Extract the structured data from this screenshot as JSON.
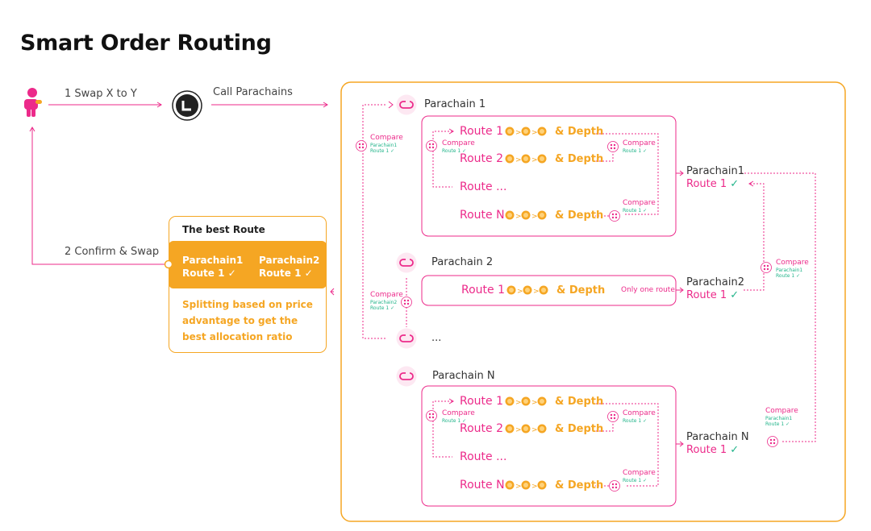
{
  "title": "Smart Order Routing",
  "steps": {
    "swap": "1 Swap X to Y",
    "call": "Call Parachains",
    "confirm": "2 Confirm & Swap"
  },
  "best": {
    "title": "The best Route",
    "cells": [
      {
        "chain": "Parachain1",
        "route": "Route 1"
      },
      {
        "chain": "Parachain2",
        "route": "Route 1"
      }
    ],
    "description": "Splitting based on price advantage to get the best allocation ratio"
  },
  "depth_label": "& Depth",
  "check": "✓",
  "parachain1": {
    "name": "Parachain 1",
    "routes": [
      "Route 1",
      "Route 2",
      "Route ...",
      "Route N"
    ],
    "compare": {
      "label": "Compare",
      "sub": "Route 1"
    },
    "result": {
      "chain": "Parachain1",
      "route": "Route 1"
    }
  },
  "parachain2": {
    "name": "Parachain 2",
    "route": "Route 1",
    "only": "Only one route",
    "result": {
      "chain": "Parachain2",
      "route": "Route 1"
    }
  },
  "ellipsis": "...",
  "parachainN": {
    "name": "Parachain N",
    "routes": [
      "Route 1",
      "Route 2",
      "Route ...",
      "Route N"
    ],
    "compare": {
      "label": "Compare",
      "sub": "Route 1"
    },
    "result": {
      "chain": "Parachain N",
      "route": "Route 1"
    }
  },
  "left_compare": {
    "label": "Compare",
    "sub1": "Parachain1",
    "sub1b": "Route 1",
    "sub2": "Parachain2",
    "sub2b": "Route 1"
  },
  "right_compare": {
    "label": "Compare",
    "sub": "Parachain1",
    "subb": "Route 1"
  },
  "colors": {
    "pink": "#ec2a8a",
    "orange": "#f5a623",
    "green": "#22b48a"
  }
}
